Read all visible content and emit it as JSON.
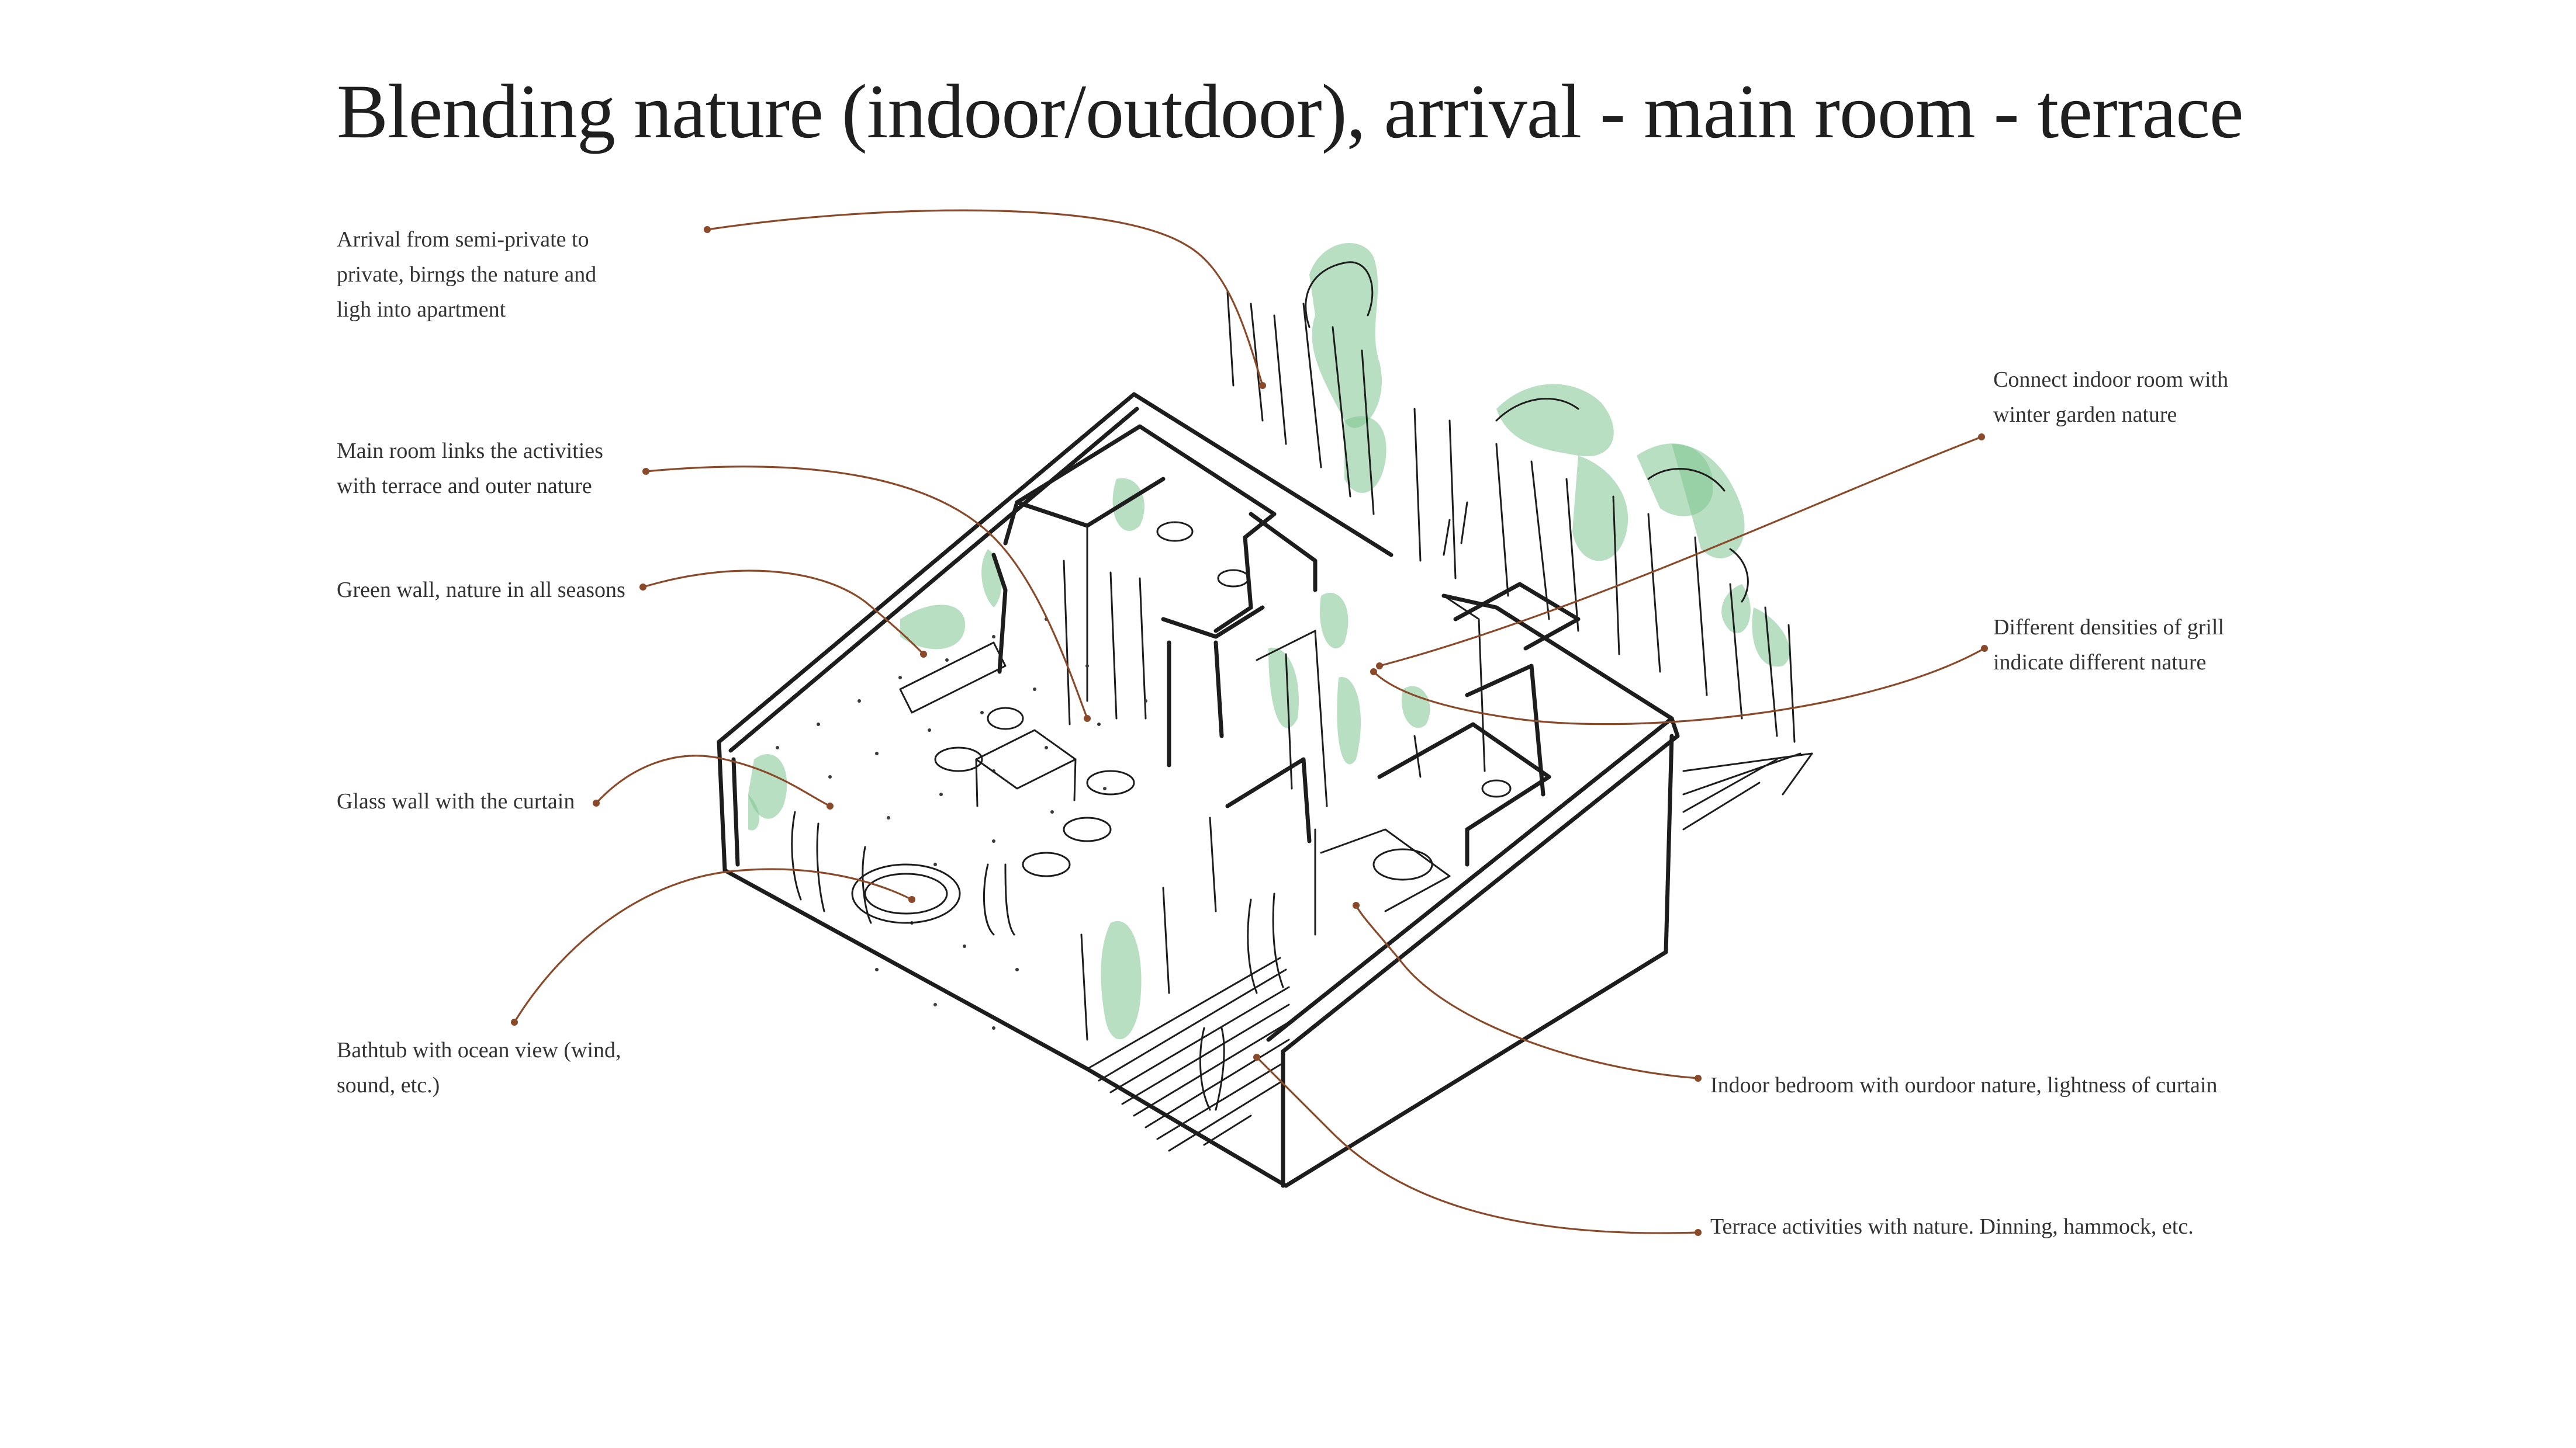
{
  "title": "Blending nature (indoor/outdoor), arrival - main room - terrace",
  "annotations": {
    "arrival": [
      "Arrival from semi-private to",
      "private, birngs the nature and",
      "ligh into apartment"
    ],
    "main_room": [
      "Main room links the activities",
      "with terrace and outer nature"
    ],
    "green_wall": [
      "Green wall, nature in all seasons"
    ],
    "glass_wall": [
      "Glass wall with the curtain"
    ],
    "bathtub": [
      "Bathtub with ocean view (wind,",
      "sound, etc.)"
    ],
    "winter_garden": [
      "Connect indoor room with",
      "winter garden nature"
    ],
    "grill": [
      "Different densities of grill",
      "indicate different nature"
    ],
    "bedroom": [
      "Indoor bedroom with ourdoor nature, lightness of curtain"
    ],
    "terrace": [
      "Terrace activities with nature. Dinning, hammock, etc."
    ]
  },
  "colors": {
    "leader": "#8a4a2a",
    "foliage": "#7fc48f",
    "ink": "#1d1d1d"
  }
}
